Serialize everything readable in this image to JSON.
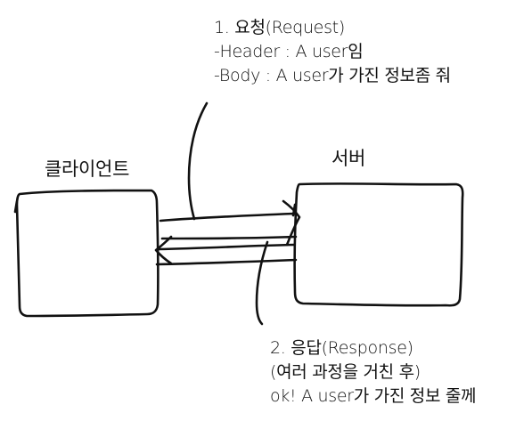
{
  "diagram": {
    "stroke_color": "#111111",
    "background": "#ffffff",
    "client": {
      "label": "클라이언트"
    },
    "server": {
      "label": "서버"
    },
    "request_note": {
      "lines": [
        "1. 요청(Request)",
        "-Header : A user임",
        "-Body : A user가 가진 정보좀 줘"
      ]
    },
    "response_note": {
      "lines": [
        "2. 응답(Response)",
        "(여러 과정을 거친 후)",
        "ok! A user가 가진 정보 줄께"
      ]
    }
  }
}
